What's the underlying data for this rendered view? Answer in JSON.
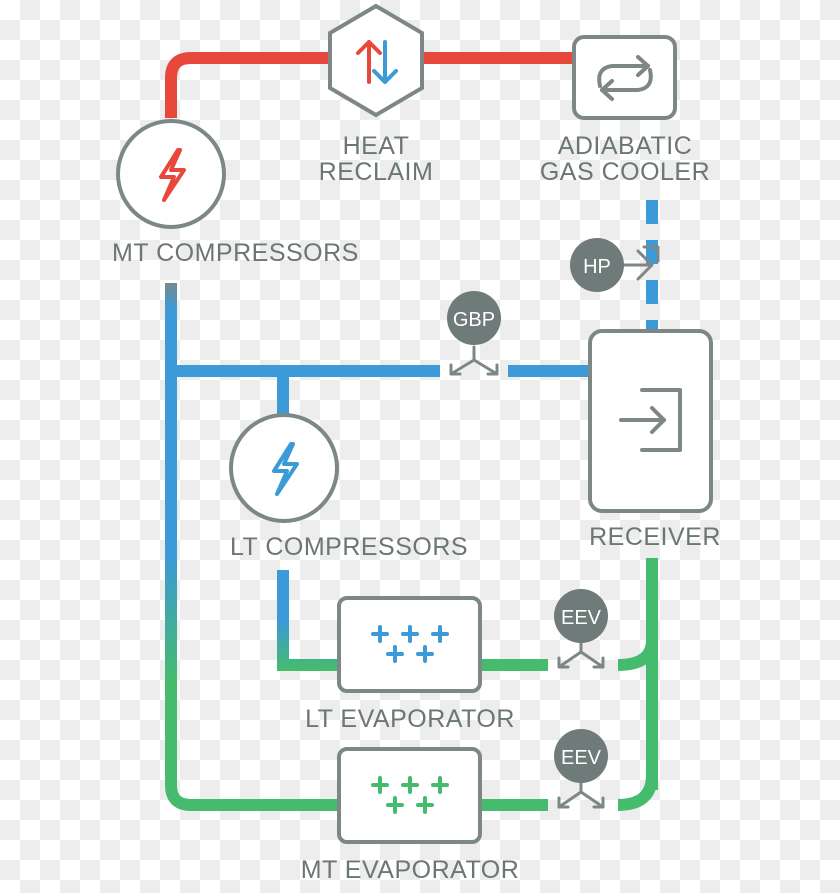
{
  "colors": {
    "red": "#e8483c",
    "blue": "#3b9ad7",
    "green": "#45bb6e",
    "gray": "#7d8886",
    "valve_fill": "#6f7b79"
  },
  "components": {
    "heat_reclaim": {
      "label_line1": "HEAT",
      "label_line2": "RECLAIM",
      "icon": "arrows-up-down-icon"
    },
    "gas_cooler": {
      "label_line1": "ADIABATIC",
      "label_line2": "GAS COOLER",
      "icon": "cycle-arrows-icon"
    },
    "mt_compressors": {
      "label": "MT COMPRESSORS",
      "icon": "lightning-bolt-icon"
    },
    "lt_compressors": {
      "label": "LT COMPRESSORS",
      "icon": "lightning-bolt-icon"
    },
    "receiver": {
      "label": "RECEIVER",
      "icon": "sign-in-arrow-icon"
    },
    "lt_evaporator": {
      "label": "LT EVAPORATOR",
      "icon": "plus-cluster-icon"
    },
    "mt_evaporator": {
      "label": "MT EVAPORATOR",
      "icon": "plus-cluster-icon"
    }
  },
  "valves": {
    "hp": "HP",
    "gbp": "GBP",
    "eev_lt": "EEV",
    "eev_mt": "EEV"
  }
}
